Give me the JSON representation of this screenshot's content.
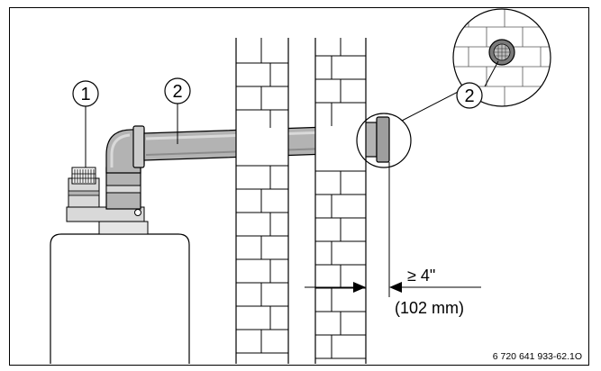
{
  "callouts": [
    {
      "number": "1",
      "refers_to": "exhaust-outlet"
    },
    {
      "number": "2",
      "refers_to": "vent-pipe"
    },
    {
      "number": "2",
      "refers_to": "vent-terminal-detail"
    }
  ],
  "dimension": {
    "line1": "≥ 4\"",
    "line2": "(102 mm)"
  },
  "figure_code": "6 720 641 933-62.1O",
  "colors": {
    "line": "#000000",
    "pipe": "#b3b3b3",
    "pipe_light": "#d9d9d9",
    "pipe_dark": "#7a7a7a",
    "background": "#ffffff"
  }
}
